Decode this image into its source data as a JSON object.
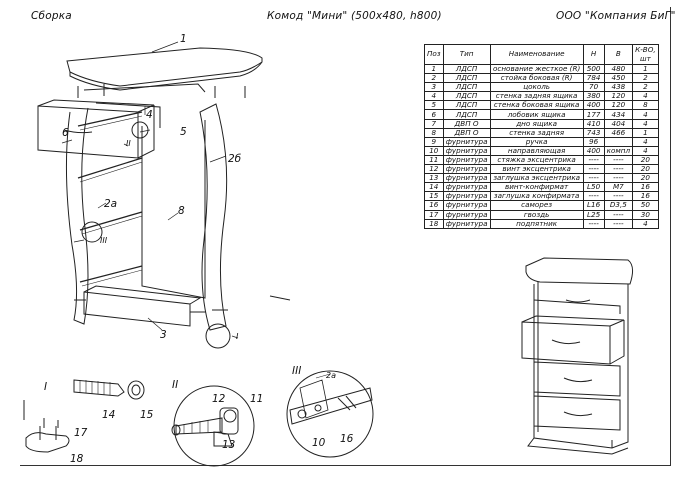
{
  "header": {
    "left": "Сборка",
    "center": "Комод \"Мини\" (500х480, h800)",
    "right": "ООО \"Компания БиГ\""
  },
  "table": {
    "headers": [
      "Поз",
      "Тип",
      "Наименование",
      "Н",
      "В",
      "К-ВО, шт"
    ],
    "rows": [
      [
        "1",
        "ЛДСП",
        "основание жесткое (R)",
        "500",
        "480",
        "1"
      ],
      [
        "2",
        "ЛДСП",
        "стойка боковая (R)",
        "784",
        "450",
        "2"
      ],
      [
        "3",
        "ЛДСП",
        "цоколь",
        "70",
        "438",
        "2"
      ],
      [
        "4",
        "ЛДСП",
        "стенка задняя ящика",
        "380",
        "120",
        "4"
      ],
      [
        "5",
        "ЛДСП",
        "стенка боковая ящика",
        "400",
        "120",
        "8"
      ],
      [
        "6",
        "ЛДСП",
        "лобовик ящика",
        "177",
        "434",
        "4"
      ],
      [
        "7",
        "ДВП О",
        "дно ящика",
        "410",
        "404",
        "4"
      ],
      [
        "8",
        "ДВП О",
        "стенка задняя",
        "743",
        "466",
        "1"
      ],
      [
        "9",
        "фурнитура",
        "ручка",
        "96",
        "",
        "4"
      ],
      [
        "10",
        "фурнитура",
        "направляющая",
        "400",
        "компл",
        "4"
      ],
      [
        "11",
        "фурнитура",
        "стяжка эксцентрика",
        "----",
        "----",
        "20"
      ],
      [
        "12",
        "фурнитура",
        "винт эксцентрика",
        "----",
        "----",
        "20"
      ],
      [
        "13",
        "фурнитура",
        "заглушка эксцентрика",
        "----",
        "----",
        "20"
      ],
      [
        "14",
        "фурнитура",
        "винт-конфирмат",
        "L50",
        "M7",
        "16"
      ],
      [
        "15",
        "фурнитура",
        "заглушка конфирмата",
        "----",
        "----",
        "16"
      ],
      [
        "16",
        "фурнитура",
        "саморез",
        "L16",
        "D3,5",
        "50"
      ],
      [
        "17",
        "фурнитура",
        "гвоздь",
        "L25",
        "----",
        "30"
      ],
      [
        "18",
        "фурнитура",
        "подпятник",
        "----",
        "----",
        "4"
      ]
    ]
  },
  "callouts": {
    "n1": "1",
    "n2a": "2а",
    "n2b": "2б",
    "n3": "3",
    "n4": "4",
    "n5": "5",
    "n6": "6",
    "n8": "8",
    "n10": "10",
    "n11": "11",
    "n12": "12",
    "n13": "13",
    "n14": "14",
    "n15": "15",
    "n16": "16",
    "n17": "17",
    "n18": "18",
    "v1": "I",
    "v2": "II",
    "v3": "III",
    "mv1": "I",
    "mv2": "II",
    "mv3": "III",
    "sub2a": "2а"
  }
}
